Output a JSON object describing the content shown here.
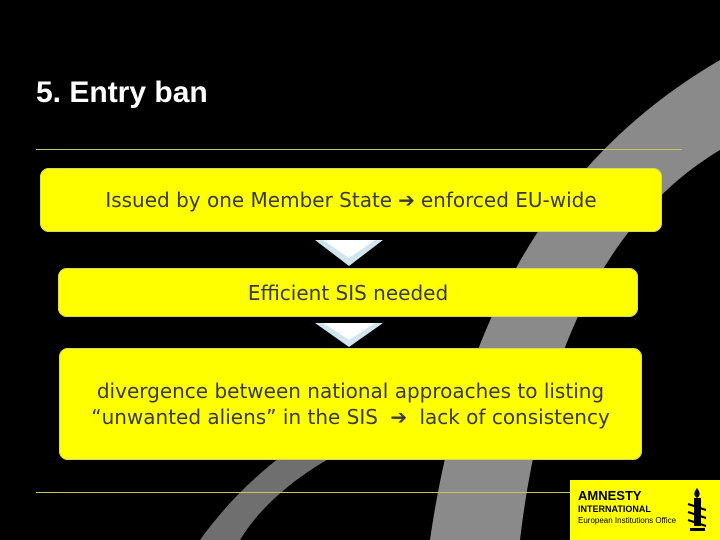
{
  "slide": {
    "title": "5. Entry ban"
  },
  "flow": {
    "box1": {
      "text_left": "Issued by one Member State",
      "arrow": "➔",
      "text_right": "enforced EU-wide"
    },
    "box2": {
      "text": "Efficient SIS needed"
    },
    "box3": {
      "line1": "divergence between national approaches to listing",
      "line2_left": "“unwanted aliens” in the SIS",
      "arrow": "➔",
      "line2_right": "lack of consistency"
    }
  },
  "logo": {
    "line1": "AMNESTY",
    "line2": "INTERNATIONAL",
    "line3": "European Institutions Office",
    "icon": "candle-barbed-wire-icon"
  },
  "colors": {
    "background": "#000000",
    "box_fill": "#ffff00",
    "swoosh": "#8a8a8a",
    "rule": "#c8c35a"
  }
}
